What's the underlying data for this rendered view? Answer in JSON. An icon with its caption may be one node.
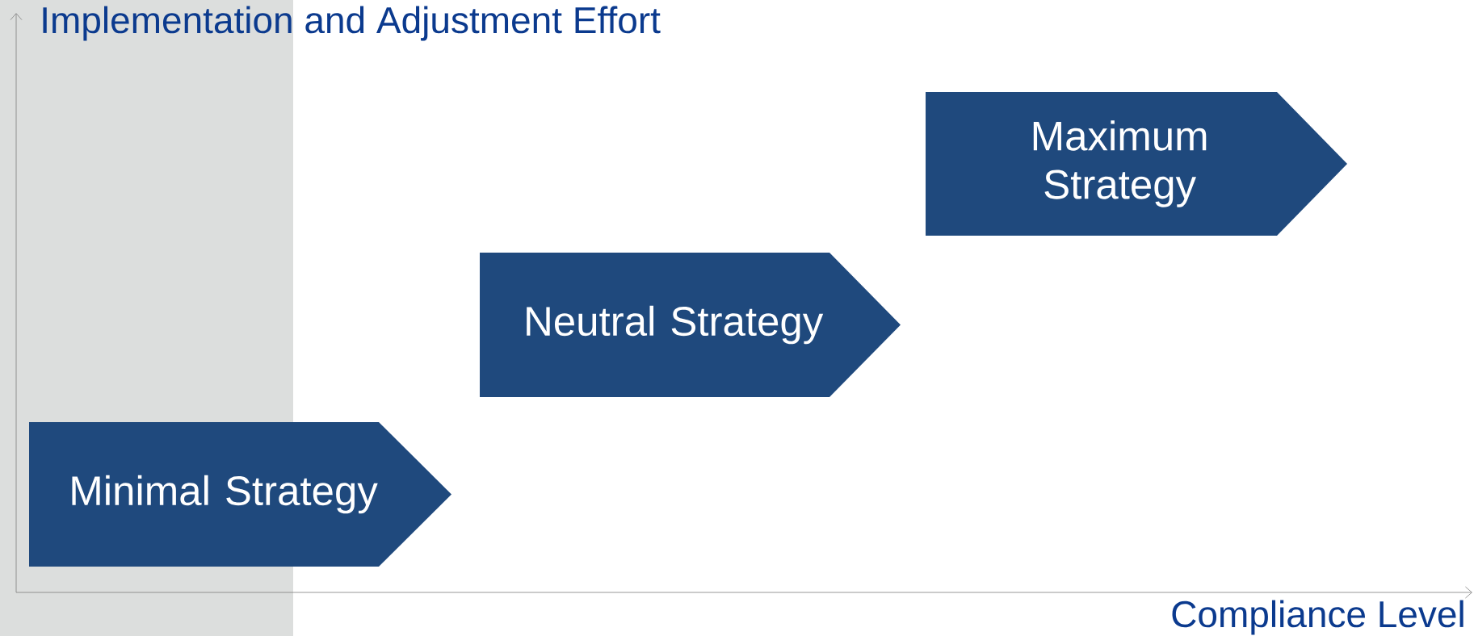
{
  "diagram": {
    "nodes": [
      {
        "text": [
          "Minimal Strategy"
        ]
      },
      {
        "text": [
          "Neutral Strategy"
        ]
      },
      {
        "text": [
          "Maximum Strategy"
        ]
      }
    ],
    "labels": [
      "Implementation and Adjustment Effort",
      "Compliance Level"
    ]
  }
}
